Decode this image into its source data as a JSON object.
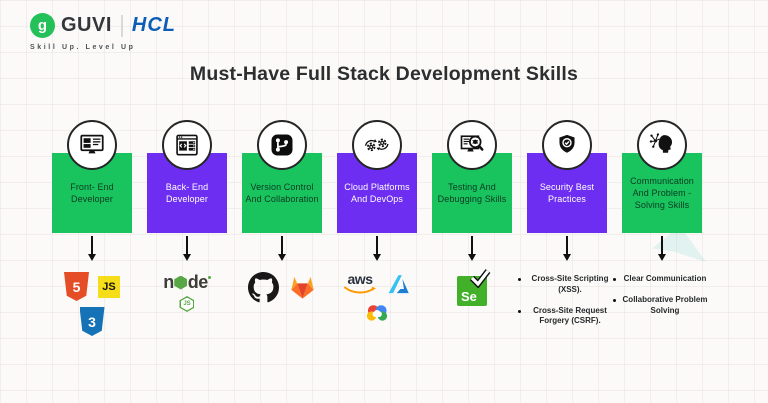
{
  "header": {
    "brand": "GUVI",
    "brand_mark": "g",
    "partner": "HCL",
    "tagline": "Skill Up. Level Up"
  },
  "title": "Must-Have Full Stack Development Skills",
  "colors": {
    "green": "#19C45F",
    "purple": "#6D2EF1",
    "green_card_text": "#0B3A20",
    "purple_card_text": "#FFFFFF",
    "guvi_green": "#24C05A",
    "hcl_blue": "#0D5CB5",
    "selenium_green": "#43B02A",
    "aws_orange": "#FF9900",
    "html5_orange": "#E44D26",
    "css3_blue": "#1572B6",
    "js_yellow": "#F5DE19",
    "node_green": "#57A745"
  },
  "columns": [
    {
      "label": "Front- End Developer",
      "card_color": "green",
      "icon": "frontend-monitor-icon",
      "logos": {
        "html5_badge": "5",
        "js_badge": "JS",
        "css3_badge": "3"
      }
    },
    {
      "label": "Back- End Developer",
      "card_color": "purple",
      "icon": "backend-server-icon",
      "logos": {
        "node_prefix": "n",
        "node_suffix": "de",
        "node_badge": "JS"
      }
    },
    {
      "label": "Version Control And Collaboration",
      "card_color": "green",
      "icon": "git-branch-icon",
      "logos": {
        "github": "GitHub",
        "gitlab": "GitLab"
      }
    },
    {
      "label": "Cloud Platforms And DevOps",
      "card_color": "purple",
      "icon": "devops-gears-icon",
      "logos": {
        "aws_text": "aws",
        "azure": "Microsoft Azure",
        "gcloud": "Google Cloud"
      }
    },
    {
      "label": "Testing And Debugging Skills",
      "card_color": "green",
      "icon": "testing-debug-icon",
      "logos": {
        "selenium_badge": "Se"
      }
    },
    {
      "label": "Security Best Practices",
      "card_color": "purple",
      "icon": "security-shield-icon",
      "bullets": [
        "Cross-Site Scripting (XSS).",
        "Cross-Site Request Forgery (CSRF)."
      ]
    },
    {
      "label": "Communication And Problem -Solving Skills",
      "card_color": "green",
      "icon": "communication-head-icon",
      "bullets": [
        "Clear Communication",
        "Collaborative Problem Solving"
      ]
    }
  ]
}
